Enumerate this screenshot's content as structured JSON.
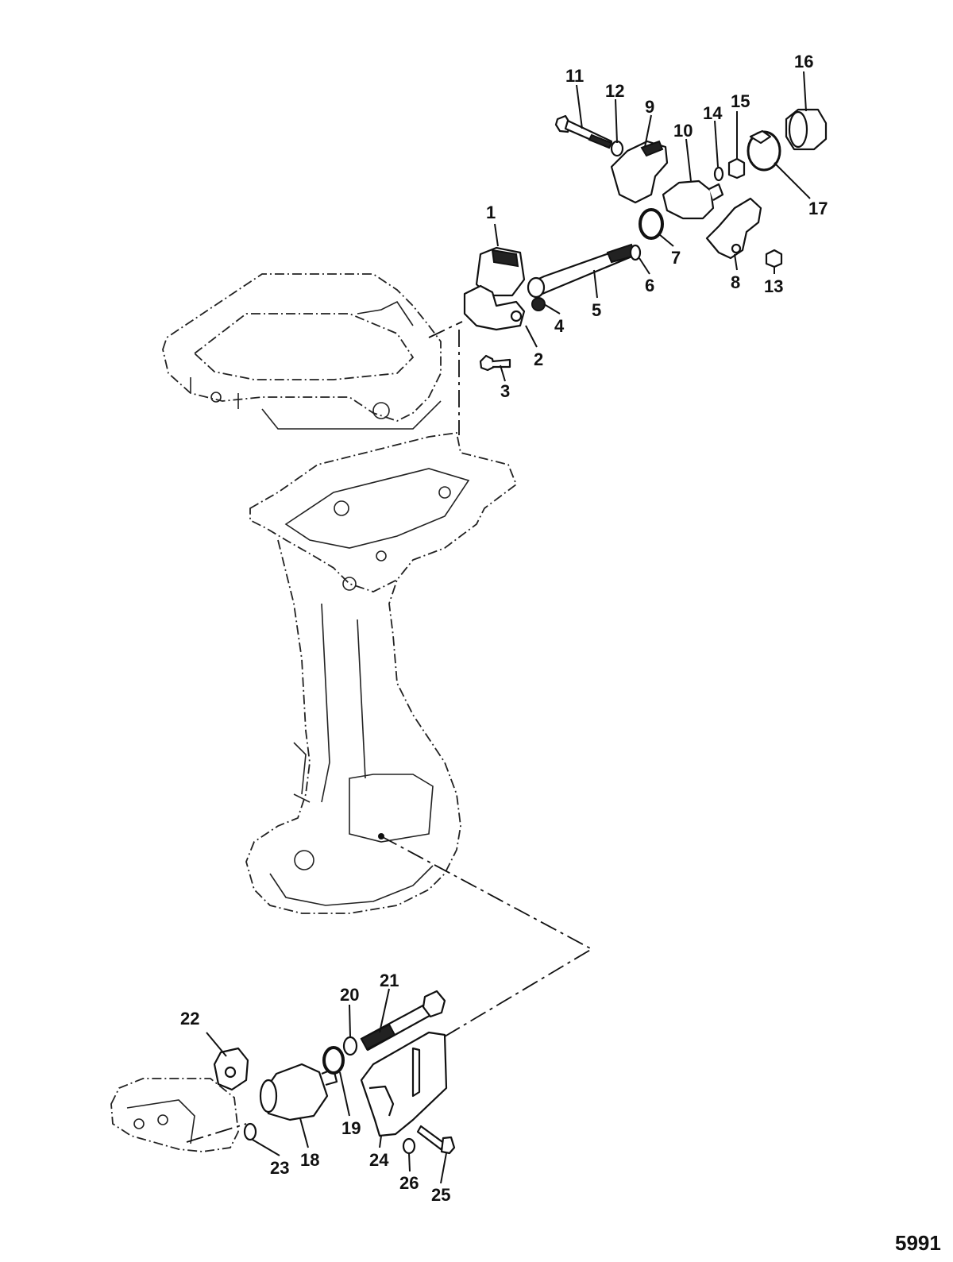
{
  "figure_id": "5991",
  "callouts": [
    {
      "num": "1"
    },
    {
      "num": "2"
    },
    {
      "num": "3"
    },
    {
      "num": "4"
    },
    {
      "num": "5"
    },
    {
      "num": "6"
    },
    {
      "num": "7"
    },
    {
      "num": "8"
    },
    {
      "num": "9"
    },
    {
      "num": "10"
    },
    {
      "num": "11"
    },
    {
      "num": "12"
    },
    {
      "num": "13"
    },
    {
      "num": "14"
    },
    {
      "num": "15"
    },
    {
      "num": "16"
    },
    {
      "num": "17"
    },
    {
      "num": "18"
    },
    {
      "num": "19"
    },
    {
      "num": "20"
    },
    {
      "num": "21"
    },
    {
      "num": "22"
    },
    {
      "num": "23"
    },
    {
      "num": "24"
    },
    {
      "num": "25"
    },
    {
      "num": "26"
    }
  ]
}
